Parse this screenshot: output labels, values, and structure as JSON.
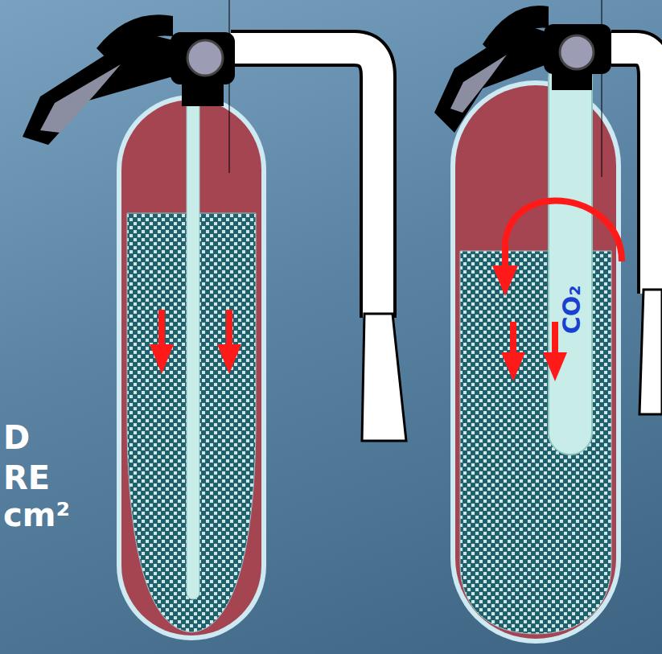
{
  "diagram": {
    "labels": [
      "D",
      "RE",
      "cm²",
      "CO₂"
    ]
  }
}
